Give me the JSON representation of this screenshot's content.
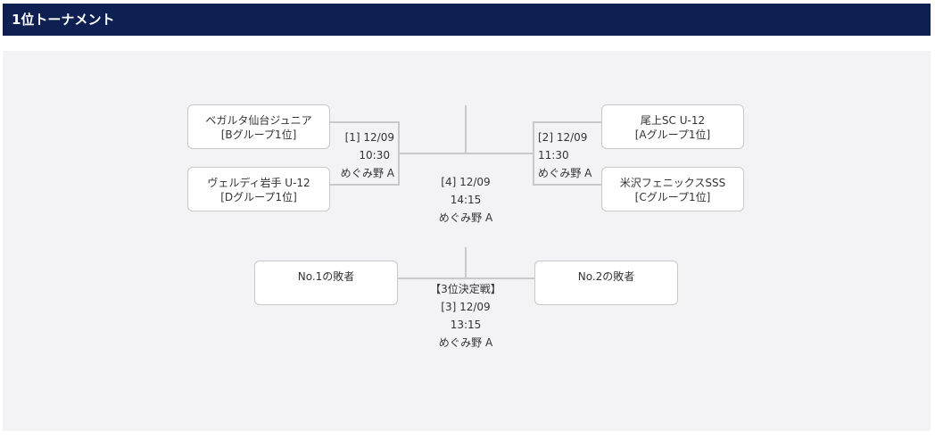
{
  "header": {
    "title": "1位トーナメント"
  },
  "teams": {
    "t1": {
      "name": "ベガルタ仙台ジュニア",
      "group": "[Bグループ1位]"
    },
    "t2": {
      "name": "ヴェルディ岩手 U-12",
      "group": "[Dグループ1位]"
    },
    "t3": {
      "name": "尾上SC U-12",
      "group": "[Aグループ1位]"
    },
    "t4": {
      "name": "米沢フェニックスSSS",
      "group": "[Cグループ1位]"
    },
    "l1": {
      "name": "No.1の敗者"
    },
    "l2": {
      "name": "No.2の敗者"
    }
  },
  "matches": {
    "m1": {
      "no_date": "[1] 12/09",
      "time": "10:30",
      "venue": "めぐみ野 A"
    },
    "m2": {
      "no_date": "[2] 12/09",
      "time": "11:30",
      "venue": "めぐみ野 A"
    },
    "m4": {
      "no_date": "[4] 12/09",
      "time": "14:15",
      "venue": "めぐみ野 A"
    },
    "m3": {
      "title": "【3位決定戦】",
      "no_date": "[3] 12/09",
      "time": "13:15",
      "venue": "めぐみ野 A"
    }
  }
}
